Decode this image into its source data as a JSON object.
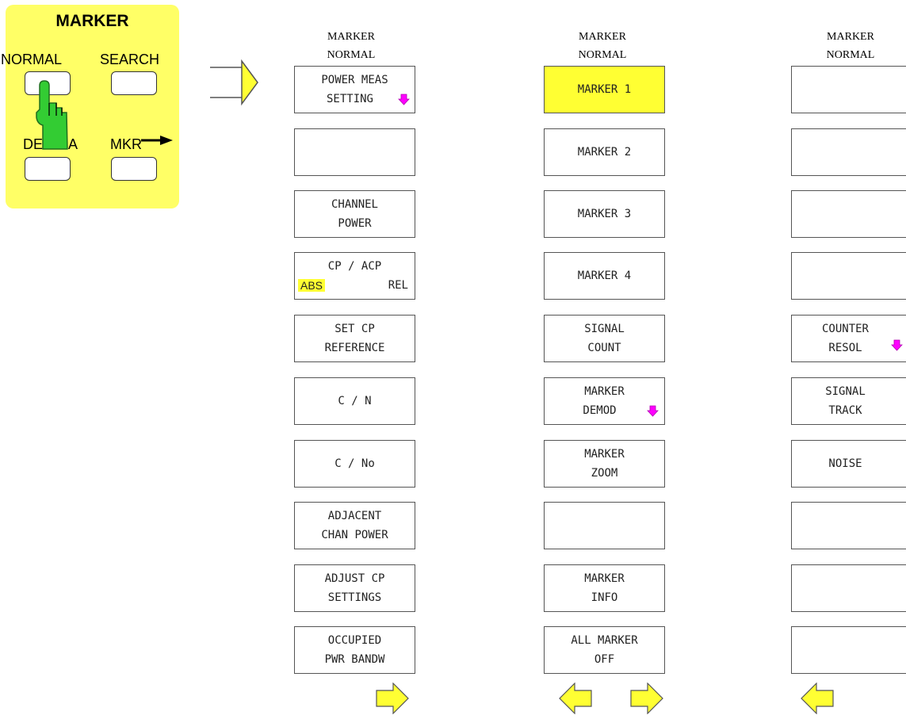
{
  "hardkey_panel": {
    "title": "MARKER",
    "keys": [
      "NORMAL",
      "SEARCH",
      "DELTA",
      "MKR"
    ],
    "delta_visible_left": "DE",
    "delta_visible_right": "A",
    "pressed_key": "NORMAL",
    "panel_color": "#ffff66"
  },
  "menus": [
    {
      "title_line1": "MARKER",
      "title_line2": "NORMAL",
      "softkeys": [
        {
          "line1": "POWER MEAS",
          "line2": "SETTING",
          "submenu": true
        },
        {
          "line1": "",
          "line2": ""
        },
        {
          "line1": "CHANNEL",
          "line2": "POWER"
        },
        {
          "line1": "CP / ACP",
          "left": "ABS",
          "right": "REL",
          "highlighted": "ABS"
        },
        {
          "line1": "SET CP",
          "line2": "REFERENCE"
        },
        {
          "single": "C / N"
        },
        {
          "single": "C / No"
        },
        {
          "line1": "ADJACENT",
          "line2": "CHAN POWER"
        },
        {
          "line1": "ADJUST CP",
          "line2": "SETTINGS"
        },
        {
          "line1": "OCCUPIED",
          "line2": "PWR BANDW"
        }
      ]
    },
    {
      "title_line1": "MARKER",
      "title_line2": "NORMAL",
      "softkeys": [
        {
          "single": "MARKER 1",
          "active": true
        },
        {
          "single": "MARKER 2"
        },
        {
          "single": "MARKER 3"
        },
        {
          "single": "MARKER 4"
        },
        {
          "line1": "SIGNAL",
          "line2": "COUNT"
        },
        {
          "line1": "MARKER",
          "line2": "DEMOD",
          "submenu": true
        },
        {
          "line1": "MARKER",
          "line2": "ZOOM"
        },
        {
          "line1": "",
          "line2": ""
        },
        {
          "line1": "MARKER",
          "line2": "INFO"
        },
        {
          "line1": "ALL MARKER",
          "line2": "OFF"
        }
      ]
    },
    {
      "title_line1": "MARKER",
      "title_line2": "NORMAL",
      "softkeys": [
        {
          "line1": "",
          "line2": ""
        },
        {
          "line1": "",
          "line2": ""
        },
        {
          "line1": "",
          "line2": ""
        },
        {
          "line1": "",
          "line2": ""
        },
        {
          "line1": "COUNTER",
          "line2": "RESOL",
          "submenu": true
        },
        {
          "line1": "SIGNAL",
          "line2": "TRACK"
        },
        {
          "single": "NOISE"
        },
        {
          "line1": "",
          "line2": ""
        },
        {
          "line1": "",
          "line2": ""
        },
        {
          "line1": "",
          "line2": ""
        }
      ]
    }
  ],
  "colors": {
    "highlight": "#ffff33",
    "arrow_fill": "#ffff33",
    "submenu_icon": "#ff00ff",
    "hand_cursor": "#33cc33"
  }
}
